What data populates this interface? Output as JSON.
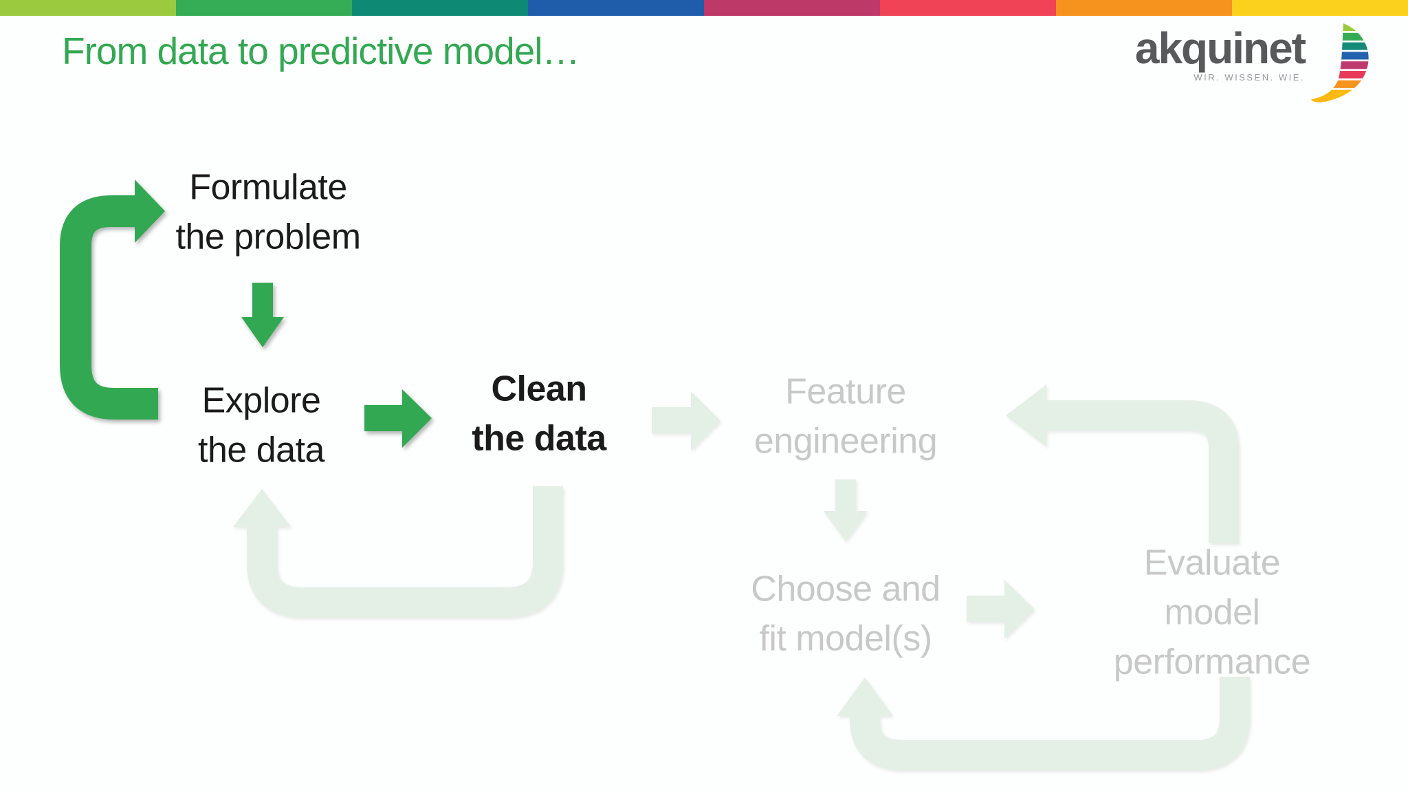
{
  "slide": {
    "title": "From data to predictive model…"
  },
  "header_stripe": {
    "colors": [
      "#9BCA3F",
      "#35AD56",
      "#0E8A74",
      "#1F5CA9",
      "#BC3968",
      "#F04355",
      "#F6931E",
      "#FCD11E"
    ]
  },
  "logo": {
    "name": "akquinet",
    "tagline": "WIR. WISSEN. WIE.",
    "text_color": "#58595B",
    "sail_colors": [
      "#99CA3D",
      "#36AB55",
      "#158A78",
      "#2363AE",
      "#BE3A6E",
      "#E73A5B",
      "#F6921E",
      "#FDBA12"
    ]
  },
  "colors": {
    "accent_green": "#33A852",
    "faded_green": "#E4EFE6",
    "inactive_gray": "#C8C8C8",
    "text_black": "#1B1B1B"
  },
  "process": {
    "steps": [
      {
        "id": "formulate",
        "label": "Formulate\nthe problem",
        "state": "done"
      },
      {
        "id": "explore",
        "label": "Explore\nthe data",
        "state": "done"
      },
      {
        "id": "clean",
        "label": "Clean\nthe data",
        "state": "current"
      },
      {
        "id": "feature",
        "label": "Feature\nengineering",
        "state": "upcoming"
      },
      {
        "id": "choose",
        "label": "Choose and\nfit model(s)",
        "state": "upcoming"
      },
      {
        "id": "evaluate",
        "label": "Evaluate model\nperformance",
        "state": "upcoming"
      }
    ],
    "arrows": [
      {
        "from": "explore",
        "to": "formulate",
        "style": "solid",
        "shape": "elbow-loop"
      },
      {
        "from": "formulate",
        "to": "explore",
        "style": "solid",
        "shape": "straight-down"
      },
      {
        "from": "explore",
        "to": "clean",
        "style": "solid",
        "shape": "straight-right"
      },
      {
        "from": "clean",
        "to": "explore",
        "style": "faded",
        "shape": "u-loop"
      },
      {
        "from": "clean",
        "to": "feature",
        "style": "faded",
        "shape": "straight-right"
      },
      {
        "from": "feature",
        "to": "choose",
        "style": "faded",
        "shape": "straight-down"
      },
      {
        "from": "choose",
        "to": "evaluate",
        "style": "faded",
        "shape": "straight-right"
      },
      {
        "from": "evaluate",
        "to": "feature",
        "style": "faded",
        "shape": "elbow-loop"
      },
      {
        "from": "evaluate",
        "to": "choose",
        "style": "faded",
        "shape": "u-loop"
      }
    ]
  }
}
